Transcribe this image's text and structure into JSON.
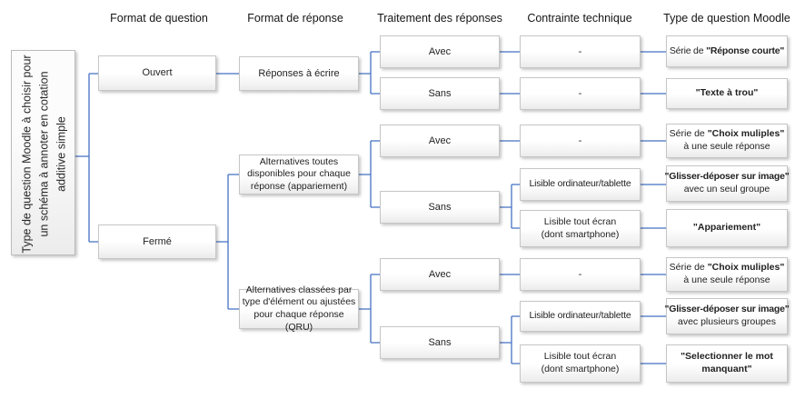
{
  "title_box": "Type de question Moodle à choisir pour un schéma à annoter en cotation additive simple",
  "headers": {
    "format_question": "Format de question",
    "format_reponse": "Format de réponse",
    "traitement_reponses": "Traitement des réponses",
    "contrainte_technique": "Contrainte technique",
    "type_question_moodle": "Type de question Moodle"
  },
  "labels": {
    "ouvert": "Ouvert",
    "ferme": "Fermé",
    "reponses_a_ecrire": "Réponses à écrire",
    "alternatives_appariement": "Alternatives toutes disponibles pour chaque réponse (appariement)",
    "alternatives_qru": "Alternatives  classées par type d'élément ou ajustées pour chaque réponse (QRU)",
    "avec": "Avec",
    "sans": "Sans",
    "dash": "-",
    "lisible_ordinateur": "Lisible ordinateur/tablette",
    "lisible_tout_ecran_l1": "Lisible tout écran",
    "lisible_tout_ecran_l2": "(dont smartphone)"
  },
  "moodle_types": {
    "reponse_courte": {
      "prefix": "Série de ",
      "bold": "\"Réponse courte\""
    },
    "texte_a_trou": {
      "bold": "\"Texte à trou\""
    },
    "choix_multiples": {
      "prefix": "Série de ",
      "bold": "\"Choix muliples\"",
      "suffix": " à une seule réponse"
    },
    "glisser_un_groupe": {
      "bold": "\"Glisser-déposer sur image\"",
      "suffix": "avec un seul groupe"
    },
    "appariement": {
      "bold": "\"Appariement\""
    },
    "glisser_plusieurs_groupes": {
      "bold": "\"Glisser-déposer sur image\"",
      "suffix": "avec plusieurs groupes"
    },
    "selectionner_mot": {
      "bold": "\"Selectionner le mot manquant\""
    }
  },
  "colors": {
    "connector": "#4472C4",
    "box_border": "#C6C6C6"
  }
}
